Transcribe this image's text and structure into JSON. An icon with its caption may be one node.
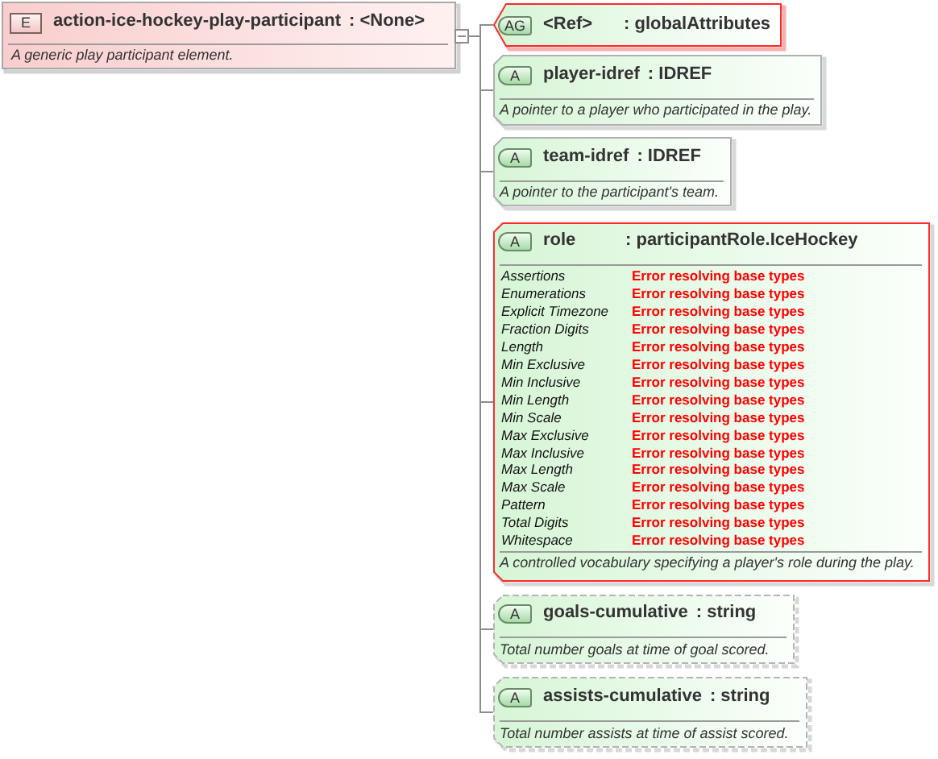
{
  "diagram": {
    "nodes": [
      {
        "text": [
          "E",
          "action-ice-hockey-play-participant",
          ": <None>",
          "A generic play participant element."
        ]
      },
      {
        "text": [
          "AG",
          "<Ref>",
          ": globalAttributes"
        ]
      },
      {
        "text": [
          "A",
          "player-idref",
          ": IDREF",
          "A pointer to a player who participated in the play."
        ]
      },
      {
        "text": [
          "A",
          "team-idref",
          ": IDREF",
          "A pointer to the participant's team."
        ]
      },
      {
        "text": [
          "A",
          "role",
          ": participantRole.IceHockey",
          "Assertions",
          "Error resolving base types",
          "Enumerations",
          "Error resolving base types",
          "Explicit Timezone",
          "Error resolving base types",
          "Fraction Digits",
          "Error resolving base types",
          "Length",
          "Error resolving base types",
          "Min Exclusive",
          "Error resolving base types",
          "Min Inclusive",
          "Error resolving base types",
          "Min Length",
          "Error resolving base types",
          "Min Scale",
          "Error resolving base types",
          "Max Exclusive",
          "Error resolving base types",
          "Max Inclusive",
          "Error resolving base types",
          "Max Length",
          "Error resolving base types",
          "Max Scale",
          "Error resolving base types",
          "Pattern",
          "Error resolving base types",
          "Total Digits",
          "Error resolving base types",
          "Whitespace",
          "Error resolving base types",
          "A controlled vocabulary specifying a player's role during the play."
        ]
      },
      {
        "text": [
          "A",
          "goals-cumulative",
          ": string",
          "Total number goals at time of goal scored."
        ]
      },
      {
        "text": [
          "A",
          "assists-cumulative",
          ": string",
          "Total number assists at time of assist scored."
        ]
      }
    ],
    "edges": [
      {
        "from": 0,
        "to": 1,
        "arrow": "none"
      },
      {
        "from": 0,
        "to": 2,
        "arrow": "none"
      },
      {
        "from": 0,
        "to": 3,
        "arrow": "none"
      },
      {
        "from": 0,
        "to": 4,
        "arrow": "none"
      },
      {
        "from": 0,
        "to": 5,
        "arrow": "none"
      },
      {
        "from": 0,
        "to": 6,
        "arrow": "none"
      }
    ]
  }
}
